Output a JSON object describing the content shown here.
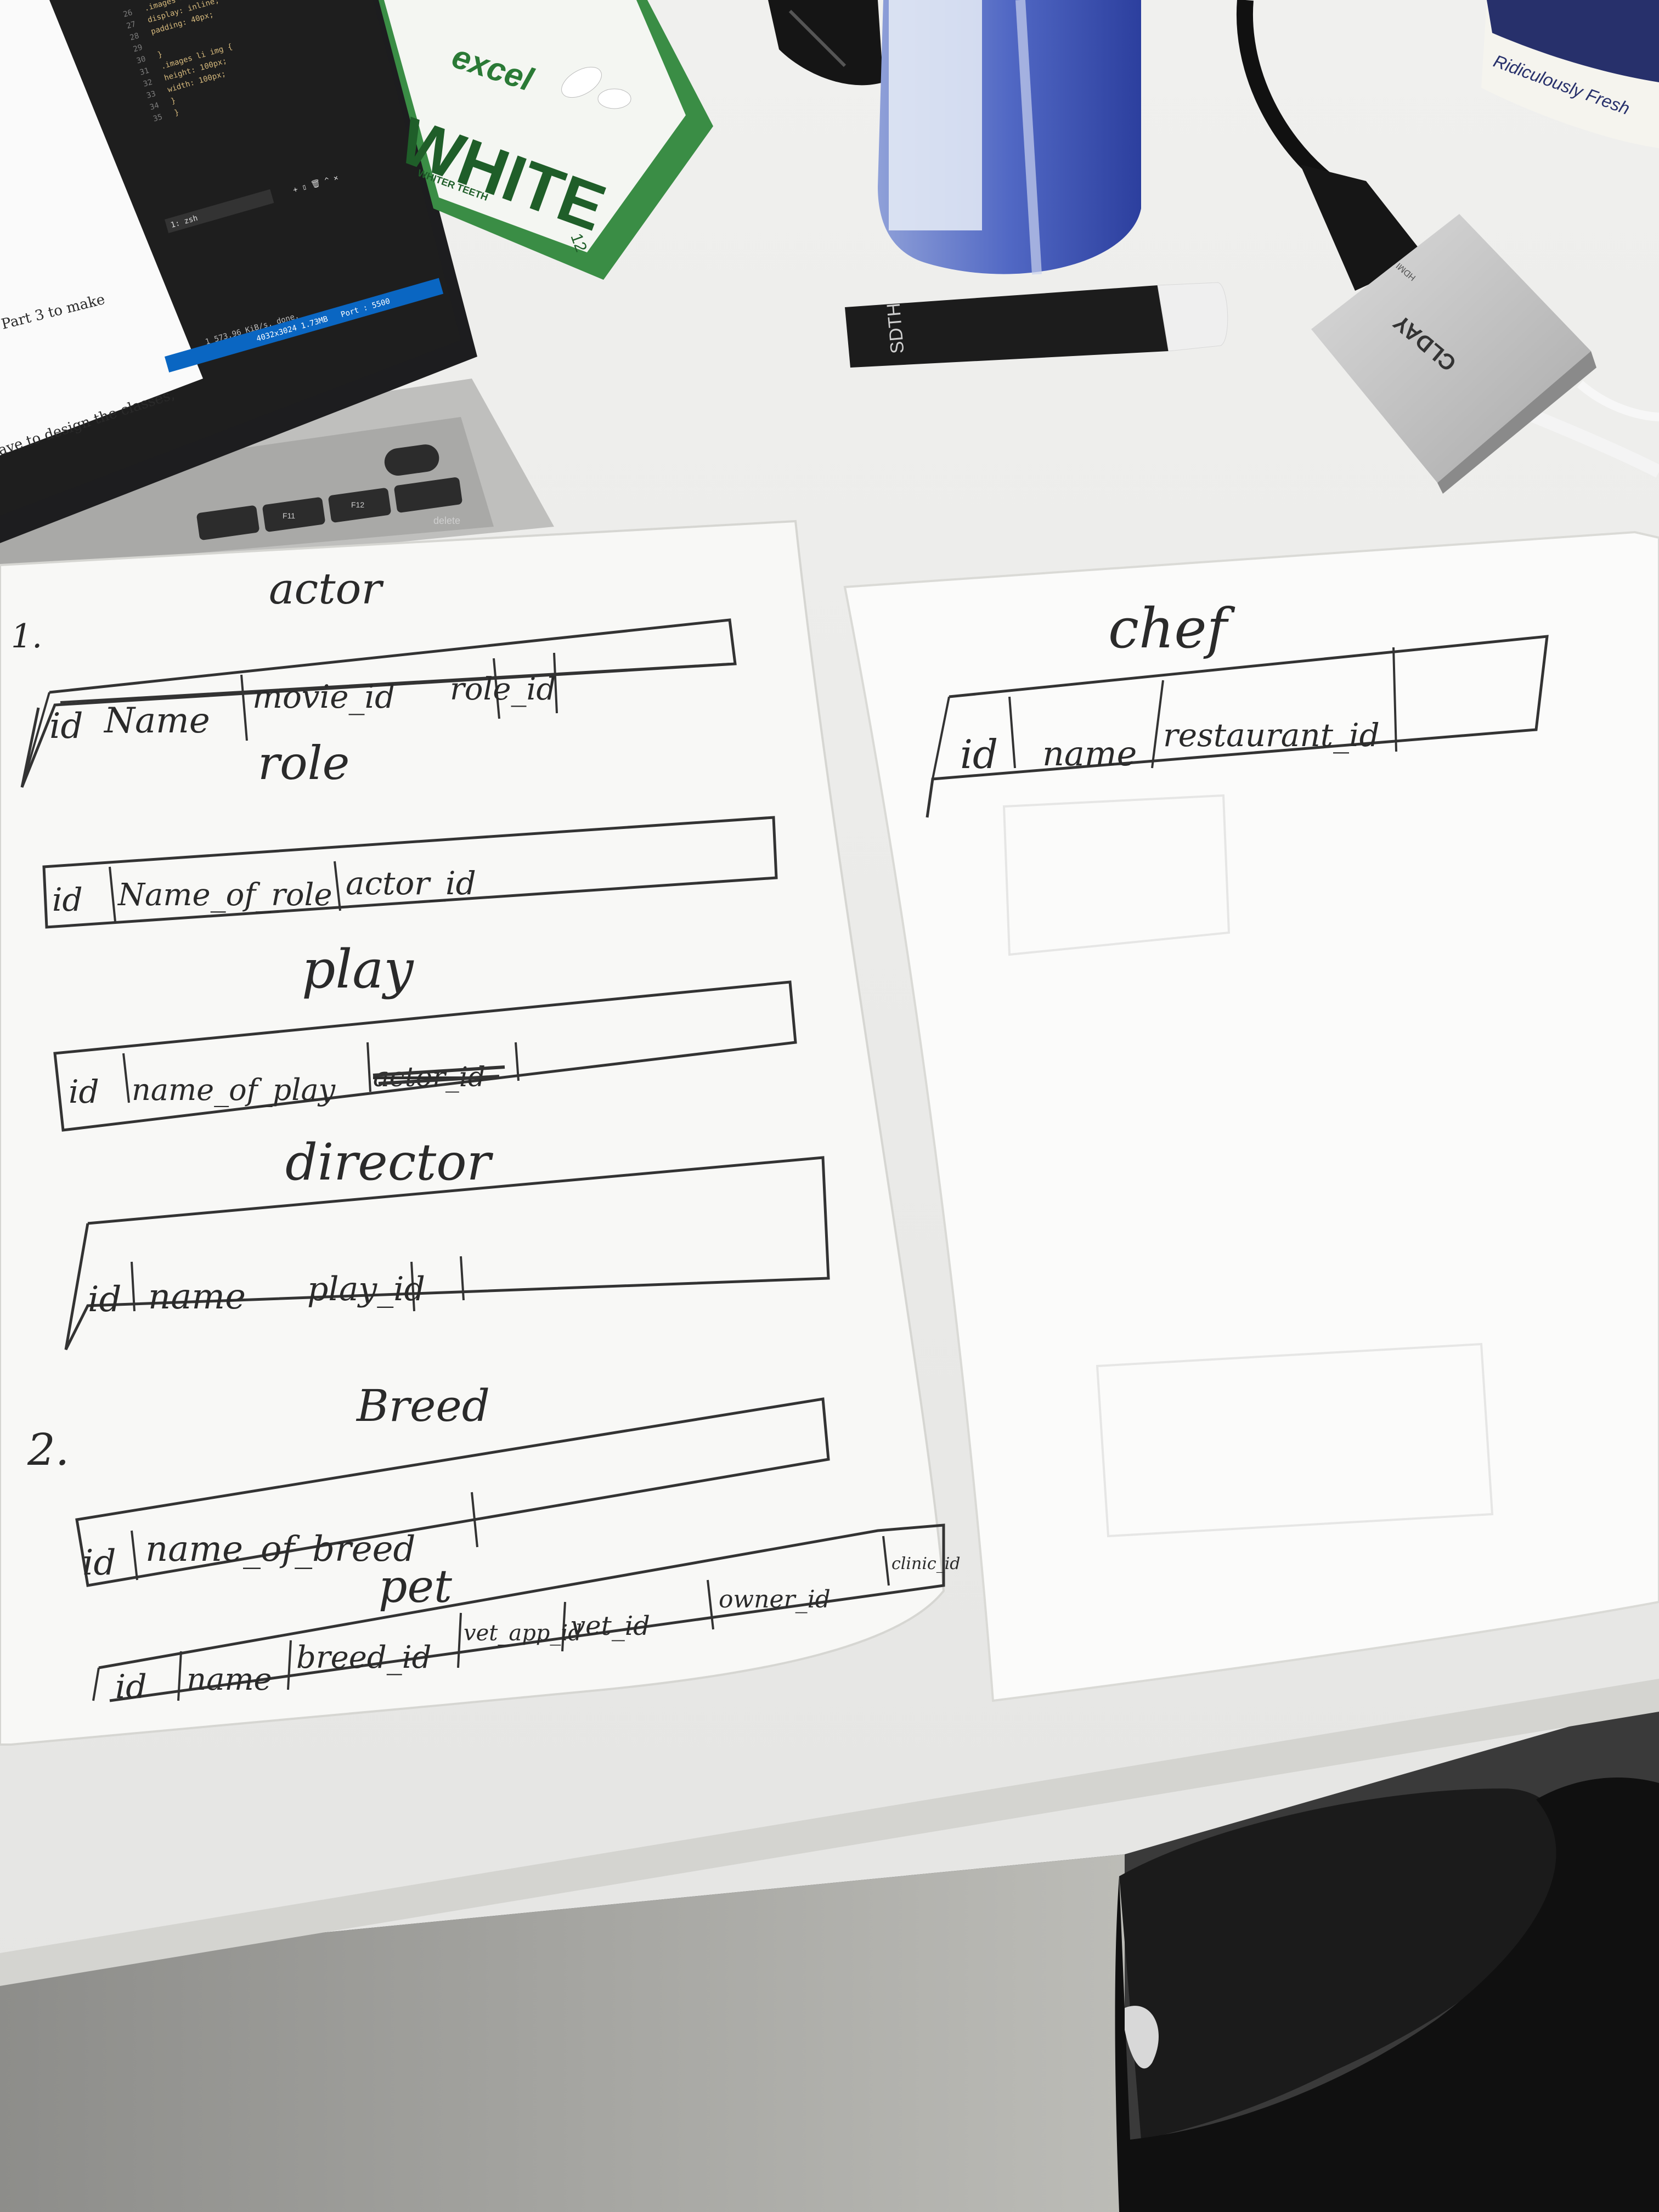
{
  "laptop": {
    "code_lines": [
      {
        "num": "26",
        "text": ".images > li {"
      },
      {
        "num": "27",
        "text": "  display: inline;"
      },
      {
        "num": "28",
        "text": "  padding: 40px;"
      },
      {
        "num": "29",
        "text": ""
      },
      {
        "num": "30",
        "text": "}"
      },
      {
        "num": "31",
        "text": ".images li img {"
      },
      {
        "num": "32",
        "text": "  height: 100px;"
      },
      {
        "num": "33",
        "text": "  width: 100px;"
      },
      {
        "num": "34",
        "text": "}"
      },
      {
        "num": "35",
        "text": "}"
      }
    ],
    "terminal_tab": "1: zsh",
    "terminal_output": "1 573.96 KiB/s, done.",
    "status_dimensions": "4032x3024 1.73MB",
    "status_port": "Port : 5500",
    "doc_line_1": "Part 3 to make",
    "doc_line_2": "ave to design the classes,",
    "key_f11": "F11",
    "key_f12": "F12",
    "key_delete": "delete"
  },
  "desk_items": {
    "gum_brand": "excel",
    "gum_name": "WHITE",
    "gum_tagline": "WHITER TEETH",
    "gum_count": "12",
    "pen_brand": "SDTH",
    "adapter_brand": "CLDAY",
    "adapter_port": "HDMI",
    "cup_text": "Ridiculously Fresh"
  },
  "sheet_left": {
    "section_1": "1.",
    "section_2": "2.",
    "tables": [
      {
        "title": "actor",
        "fields": [
          "id",
          "Name",
          "movie_id",
          "role_id"
        ]
      },
      {
        "title": "role",
        "fields": [
          "id",
          "Name_of_role",
          "actor_id"
        ]
      },
      {
        "title": "play",
        "fields": [
          "id",
          "name_of_play",
          "actor_id"
        ]
      },
      {
        "title": "director",
        "fields": [
          "id",
          "name",
          "play_id"
        ]
      },
      {
        "title": "Breed",
        "fields": [
          "id",
          "name_of_breed"
        ]
      },
      {
        "title": "pet",
        "fields": [
          "id",
          "name",
          "breed_id",
          "vet_app_id",
          "vet_id",
          "owner_id",
          "clinic_id"
        ]
      }
    ]
  },
  "sheet_right": {
    "tables": [
      {
        "title": "chef",
        "fields": [
          "id",
          "name",
          "restaurant_id"
        ]
      }
    ]
  }
}
